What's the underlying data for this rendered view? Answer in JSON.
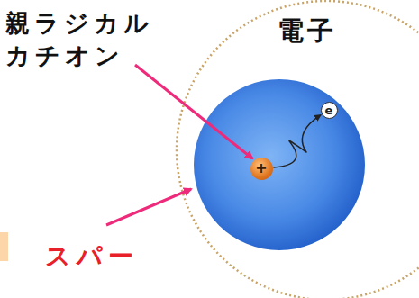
{
  "diagram": {
    "nodes": [
      {
        "text": [
          "+"
        ]
      },
      {
        "text": [
          "e"
        ]
      }
    ],
    "edges": [
      {
        "from": 0,
        "to": 1,
        "arrow": "to"
      }
    ],
    "labels": [
      "親ラジカル カチオン",
      "電子",
      "スパー"
    ]
  }
}
